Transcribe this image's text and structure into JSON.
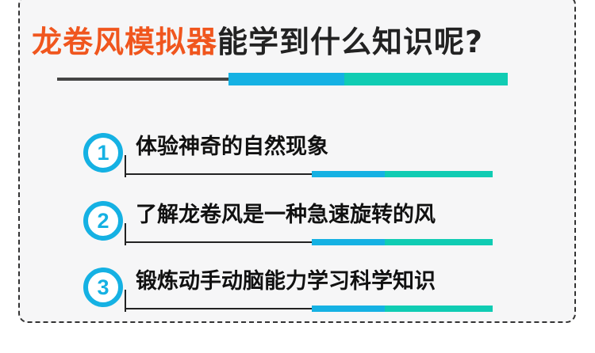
{
  "title": {
    "accent_text": "龙卷风模拟器",
    "rest_text": "能学到什么知识呢?"
  },
  "items": [
    {
      "number": "1",
      "text": "体验神奇的自然现象"
    },
    {
      "number": "2",
      "text": "了解龙卷风是一种急速旋转的风"
    },
    {
      "number": "3",
      "text": "锻炼动手动脑能力学习科学知识"
    }
  ],
  "colors": {
    "accent": "#f0561e",
    "blue": "#15b1e3",
    "teal": "#10ccb3",
    "card_bg": "#f6f6f7"
  }
}
